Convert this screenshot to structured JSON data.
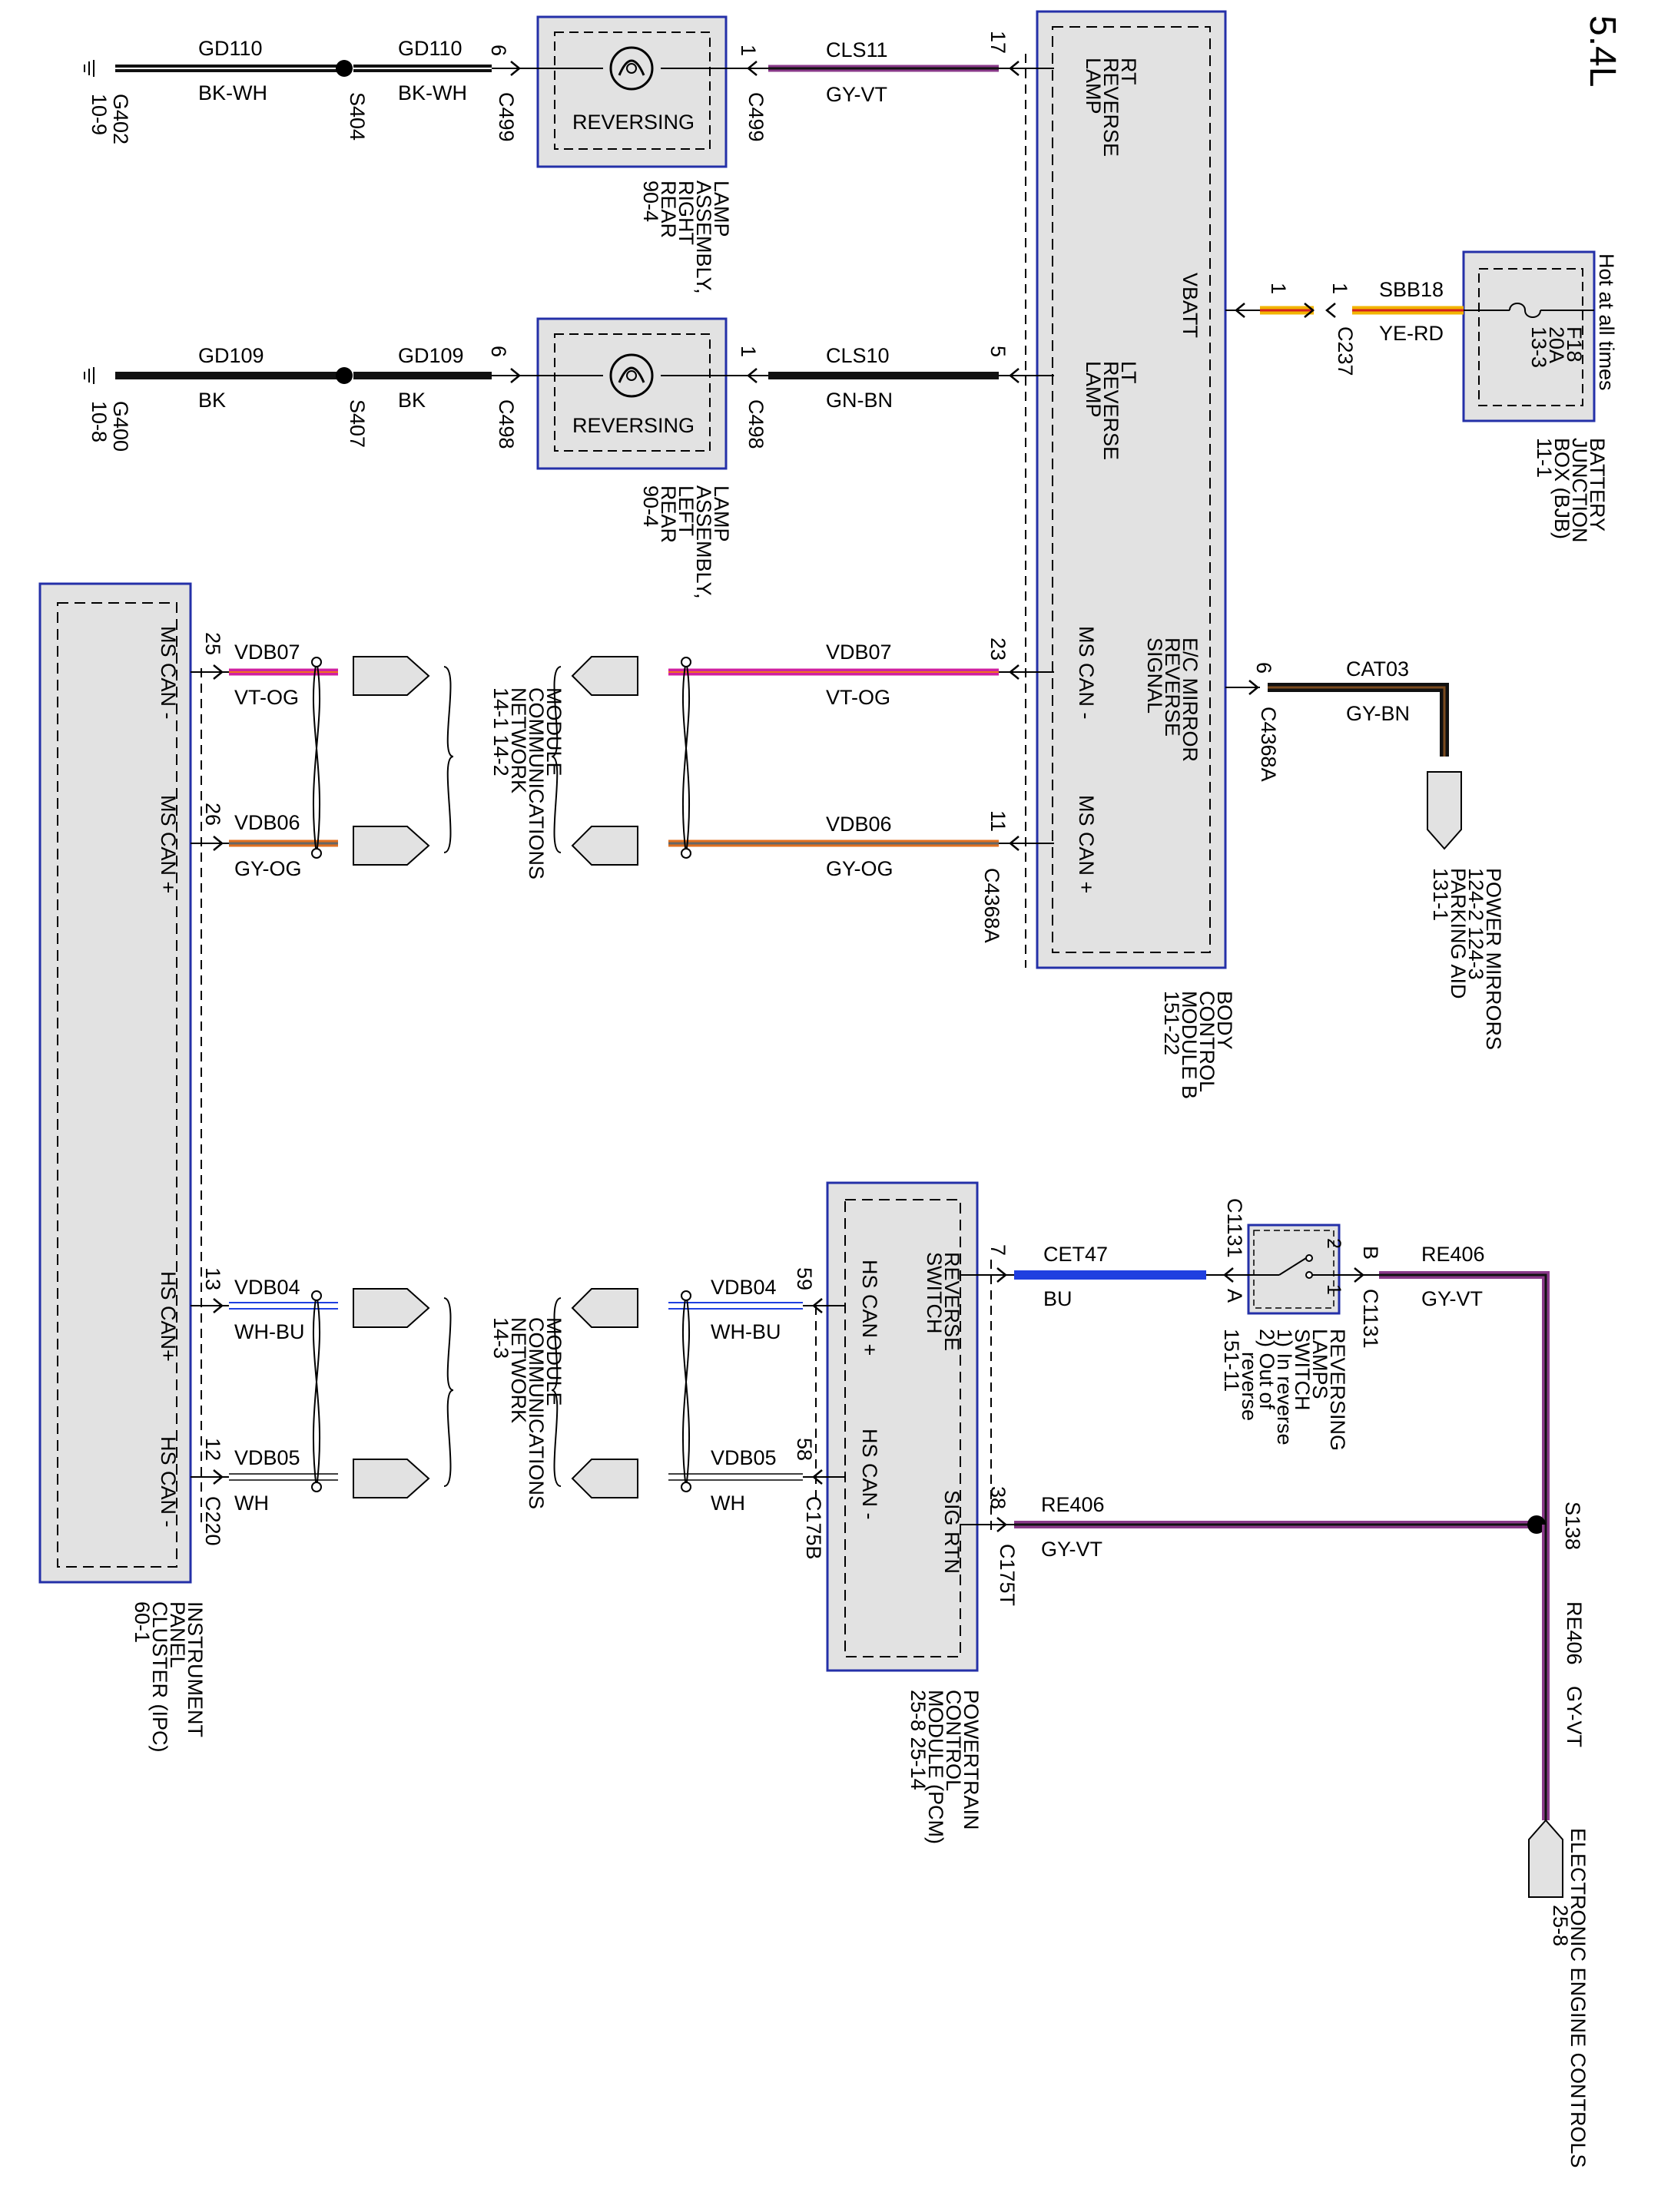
{
  "page": {
    "engine": "5.4L"
  },
  "colors": {
    "module_fill": "#e2e2e2",
    "module_border": "#2430a8",
    "wire_black": "#111111",
    "wire_purple": "#8a3a8a",
    "wire_magenta": "#d020a0",
    "wire_orange": "#e07020",
    "wire_blue": "#1f3fe0",
    "wire_yellow": "#f2b400",
    "wire_red": "#d42020"
  },
  "ground_right": {
    "ground": "G402",
    "page": "10-9"
  },
  "ground_left": {
    "ground": "G400",
    "page": "10-8"
  },
  "circuits": {
    "gd110_left": {
      "name": "GD110",
      "color": "BK-WH"
    },
    "gd110_right": {
      "name": "GD110",
      "color": "BK-WH"
    },
    "gd109_left": {
      "name": "GD109",
      "color": "BK"
    },
    "gd109_right": {
      "name": "GD109",
      "color": "BK"
    },
    "cls11": {
      "name": "CLS11",
      "color": "GY-VT"
    },
    "cls10": {
      "name": "CLS10",
      "color": "GN-BN"
    },
    "sbb18": {
      "name": "SBB18",
      "color": "YE-RD"
    },
    "cat03": {
      "name": "CAT03",
      "color": "GY-BN"
    },
    "vdb07_ipc": {
      "name": "VDB07",
      "color": "VT-OG"
    },
    "vdb06_ipc": {
      "name": "VDB06",
      "color": "GY-OG"
    },
    "vdb07_bcm": {
      "name": "VDB07",
      "color": "VT-OG"
    },
    "vdb06_bcm": {
      "name": "VDB06",
      "color": "GY-OG"
    },
    "cet47": {
      "name": "CET47",
      "color": "BU"
    },
    "re406_switch": {
      "name": "RE406",
      "color": "GY-VT"
    },
    "re406_pcm": {
      "name": "RE406",
      "color": "GY-VT"
    },
    "re406_vertical": {
      "name": "RE406",
      "color": "GY-VT"
    },
    "vdb04_ipc": {
      "name": "VDB04",
      "color": "WH-BU"
    },
    "vdb05_ipc": {
      "name": "VDB05",
      "color": "WH"
    },
    "vdb04_pcm": {
      "name": "VDB04",
      "color": "WH-BU"
    },
    "vdb05_pcm": {
      "name": "VDB05",
      "color": "WH"
    }
  },
  "splices": {
    "s404": "S404",
    "s407": "S407",
    "s138": "S138"
  },
  "connectors": {
    "c499_out": {
      "name": "C499",
      "pin": "6"
    },
    "c499_in": {
      "name": "C499",
      "pin": "1"
    },
    "c498_out": {
      "name": "C498",
      "pin": "6"
    },
    "c498_in": {
      "name": "C498",
      "pin": "1"
    },
    "c237": {
      "name": "C237",
      "pin_a": "1",
      "pin_b": "1"
    },
    "c4368a_cat": {
      "name": "C4368A",
      "pin": "6"
    },
    "c4368a_can": {
      "name": "C4368A"
    },
    "c1131_b": {
      "name": "C1131",
      "pin": "B"
    },
    "c1131_a": {
      "name": "C1131",
      "pin": "A"
    },
    "c175t": {
      "name": "C175T"
    },
    "c175b": {
      "name": "C175B"
    },
    "c220": {
      "name": "C220"
    }
  },
  "pins": {
    "bcm_rt": "17",
    "bcm_lt": "5",
    "bcm_can_minus": "23",
    "bcm_can_plus": "11",
    "ipc_ms_minus": "25",
    "ipc_ms_plus": "26",
    "ipc_hs_plus": "13",
    "ipc_hs_minus": "12",
    "pcm_hs_plus": "59",
    "pcm_hs_minus": "58",
    "pcm_rev": "7",
    "pcm_sig": "38",
    "switch_1": "1",
    "switch_2": "2"
  },
  "lamps": {
    "right": {
      "text": "REVERSING",
      "caption": [
        "LAMP",
        "ASSEMBLY,",
        "RIGHT",
        "REAR",
        "90-4"
      ]
    },
    "left": {
      "text": "REVERSING",
      "caption": [
        "LAMP",
        "ASSEMBLY,",
        "LEFT",
        "REAR",
        "90-4"
      ]
    }
  },
  "bcm": {
    "rt_label": [
      "RT",
      "REVERSE",
      "LAMP"
    ],
    "lt_label": [
      "LT",
      "REVERSE",
      "LAMP"
    ],
    "vbatt": "VBATT",
    "ec_label": [
      "E/C MIRROR",
      "REVERSE",
      "SIGNAL"
    ],
    "ms_minus": "MS CAN -",
    "ms_plus": "MS CAN +",
    "caption": [
      "BODY",
      "CONTROL",
      "MODULE B",
      "151-22"
    ]
  },
  "bjb": {
    "hot": "Hot at all times",
    "fuse": [
      "F18",
      "20A",
      "13-3"
    ],
    "caption": [
      "BATTERY",
      "JUNCTION",
      "BOX (BJB)",
      "11-1"
    ]
  },
  "power_mirrors": [
    "POWER MIRRORS",
    "124-2  124-3",
    "PARKING AID",
    "131-1"
  ],
  "ipc": {
    "ms_minus": "MS CAN -",
    "ms_plus": "MS CAN +",
    "hs_plus": "HS CAN+",
    "hs_minus": "HS CAN -",
    "caption": [
      "INSTRUMENT",
      "PANEL",
      "CLUSTER (IPC)",
      "60-1"
    ]
  },
  "network_ms": [
    "MODULE",
    "COMMUNICATIONS",
    "NETWORK",
    "14-1     14-2"
  ],
  "network_hs": [
    "MODULE",
    "COMMUNICATIONS",
    "NETWORK",
    "14-3"
  ],
  "pcm": {
    "reverse": [
      "REVERSE",
      "SWITCH"
    ],
    "sig": "SIG RTN",
    "hs_plus": "HS CAN +",
    "hs_minus": "HS CAN -",
    "caption": [
      "POWERTRAIN",
      "CONTROL",
      "MODULE (PCM)",
      "25-8          25-14"
    ]
  },
  "reversing_switch": [
    "REVERSING",
    "LAMPS",
    "SWITCH",
    "1) In reverse",
    "2) Out of",
    "reverse",
    "151-11"
  ],
  "eec": [
    "ELECTRONIC ENGINE CONTROLS",
    "25-8"
  ]
}
